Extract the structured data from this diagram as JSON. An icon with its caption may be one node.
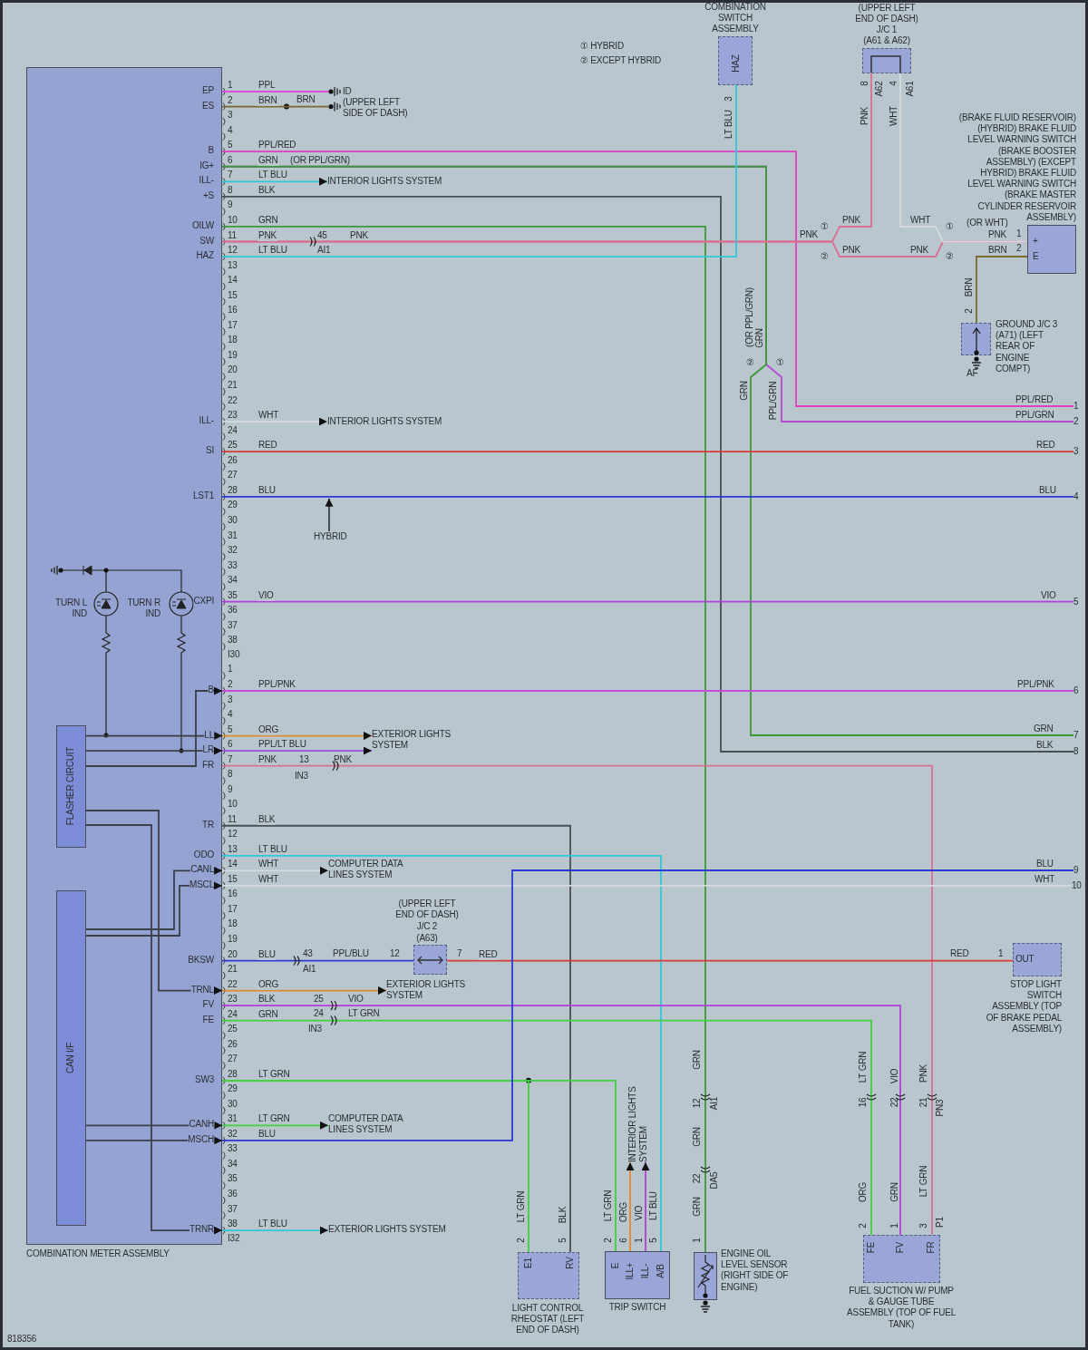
{
  "diagram": {
    "nodes": [
      {
        "text": [
          "COMBINATION METER ASSEMBLY"
        ]
      },
      {
        "text": [
          "FLASHER CIRCUIT"
        ],
        "in": 0
      },
      {
        "text": [
          "CAN I/F"
        ],
        "in": 0
      },
      {
        "text": [
          "COMBINATION SWITCH ASSEMBLY",
          "HAZ"
        ]
      },
      {
        "text": [
          "(UPPER LEFT END OF DASH)",
          "J/C 1",
          "(A61 & A62)"
        ]
      },
      {
        "text": [
          "(BRAKE FLUID RESERVOIR) (HYBRID) BRAKE FLUID LEVEL WARNING SWITCH (BRAKE BOOSTER ASSEMBLY) (EXCEPT HYBRID) BRAKE FLUID LEVEL WARNING SWITCH (BRAKE MASTER CYLINDER RESERVOIR ASSEMBLY)",
          "+",
          "E"
        ]
      },
      {
        "text": [
          "GROUND J/C 3 (A71) (LEFT REAR OF ENGINE COMPT)"
        ],
        "beside": [
          "AF"
        ]
      },
      {
        "text": [
          "(UPPER LEFT END OF DASH)",
          "J/C 2",
          "(A63)"
        ]
      },
      {
        "text": [
          "OUT",
          "STOP LIGHT SWITCH ASSEMBLY (TOP OF BRAKE PEDAL ASSEMBLY)"
        ]
      },
      {
        "text": [
          "E1",
          "RV",
          "LIGHT CONTROL RHEOSTAT (LEFT END OF DASH)"
        ]
      },
      {
        "text": [
          "E",
          "ILL+",
          "ILL-",
          "A/B",
          "TRIP SWITCH"
        ]
      },
      {
        "text": [
          "ENGINE OIL LEVEL SENSOR (RIGHT SIDE OF ENGINE)"
        ]
      },
      {
        "text": [
          "FE",
          "FV",
          "FR",
          "FUEL SUCTION W/ PUMP & GAUGE TUBE ASSEMBLY (TOP OF FUEL TANK)"
        ]
      },
      {
        "text": [
          "ID",
          "(UPPER LEFT SIDE OF DASH)"
        ]
      },
      {
        "text": [
          "INTERIOR LIGHTS SYSTEM"
        ]
      },
      {
        "text": [
          "INTERIOR LIGHTS SYSTEM"
        ]
      },
      {
        "text": [
          "EXTERIOR LIGHTS SYSTEM"
        ]
      },
      {
        "text": [
          "COMPUTER DATA LINES SYSTEM"
        ]
      },
      {
        "text": [
          "EXTERIOR LIGHTS SYSTEM"
        ]
      },
      {
        "text": [
          "COMPUTER DATA LINES SYSTEM"
        ]
      },
      {
        "text": [
          "EXTERIOR LIGHTS SYSTEM"
        ]
      },
      {
        "text": [
          "INTERIOR LIGHTS SYSTEM"
        ]
      },
      {
        "text": [
          "HYBRID"
        ]
      },
      {
        "text": [
          "1"
        ]
      },
      {
        "text": [
          "2"
        ]
      },
      {
        "text": [
          "3"
        ]
      },
      {
        "text": [
          "4"
        ]
      },
      {
        "text": [
          "5"
        ]
      },
      {
        "text": [
          "6"
        ]
      },
      {
        "text": [
          "7"
        ]
      },
      {
        "text": [
          "8"
        ]
      },
      {
        "text": [
          "9"
        ]
      },
      {
        "text": [
          "10"
        ]
      }
    ],
    "edges": [
      {
        "from": 0,
        "to": 13,
        "arrow": "none",
        "label": "PPL",
        "color": "#d94fd9"
      },
      {
        "from": 0,
        "to": 13,
        "arrow": "none",
        "label": "BRN",
        "color": "#7a6a30"
      },
      {
        "from": 0,
        "to": 23,
        "arrow": "none",
        "label": "PPL/RED",
        "color": "#e040c0"
      },
      {
        "from": 0,
        "to": 24,
        "arrow": "none",
        "color": "#b44ad0"
      },
      {
        "from": 0,
        "to": 29,
        "arrow": "none",
        "label": "GRN",
        "color": "#3a9a3a"
      },
      {
        "from": 0,
        "to": 14,
        "arrow": "to",
        "label": "LT BLU",
        "color": "#30c8d8"
      },
      {
        "from": 0,
        "to": 30,
        "arrow": "none",
        "label": "BLK",
        "color": "#4a4f55"
      },
      {
        "from": 0,
        "to": 11,
        "arrow": "none",
        "label": "GRN",
        "color": "#3a9a3a"
      },
      {
        "from": 0,
        "to": 4,
        "arrow": "none",
        "label": "PNK",
        "color": "#d87090"
      },
      {
        "from": 0,
        "to": 5,
        "arrow": "none",
        "label": "PNK",
        "color": "#d87090"
      },
      {
        "from": 4,
        "to": 5,
        "arrow": "none",
        "label": "WHT",
        "color": "#d6dadc"
      },
      {
        "from": 5,
        "to": 6,
        "arrow": "none",
        "color": "#7a6a30"
      },
      {
        "from": 0,
        "to": 3,
        "arrow": "none",
        "label": "LT BLU",
        "color": "#30c8d8"
      },
      {
        "from": 0,
        "to": 15,
        "arrow": "to",
        "label": "WHT",
        "color": "#d6dadc"
      },
      {
        "from": 0,
        "to": 25,
        "arrow": "none",
        "label": "RED",
        "color": "#d83a3a"
      },
      {
        "from": 0,
        "to": 26,
        "arrow": "none",
        "label": "BLU",
        "color": "#2a3ad0"
      },
      {
        "from": 22,
        "to": null,
        "arrow": "to",
        "color": "#3a3f48"
      },
      {
        "from": 0,
        "to": 27,
        "arrow": "none",
        "label": "VIO",
        "color": "#b040d8"
      },
      {
        "from": 0,
        "to": 28,
        "arrow": "none",
        "label": "PPL/PNK",
        "color": "#c84ad8"
      },
      {
        "from": 0,
        "to": 16,
        "arrow": "to",
        "label": "ORG",
        "color": "#e08a30"
      },
      {
        "from": 0,
        "to": 16,
        "arrow": "to",
        "label": "PPL/LT BLU",
        "color": "#9a50e0"
      },
      {
        "from": 0,
        "to": 12,
        "arrow": "none",
        "label": "PNK",
        "color": "#d87090"
      },
      {
        "from": 0,
        "to": 9,
        "arrow": "none",
        "label": "BLK",
        "color": "#4a4f55"
      },
      {
        "from": 0,
        "to": 10,
        "arrow": "none",
        "label": "LT BLU",
        "color": "#30c8d8"
      },
      {
        "from": 0,
        "to": 17,
        "arrow": "to",
        "label": "WHT",
        "color": "#d6dadc"
      },
      {
        "from": 0,
        "to": 32,
        "arrow": "none",
        "label": "WHT",
        "color": "#d6dadc"
      },
      {
        "from": 0,
        "to": 7,
        "arrow": "none",
        "label": "BLU",
        "color": "#2a3ad0"
      },
      {
        "from": 7,
        "to": 8,
        "arrow": "none",
        "label": "RED",
        "color": "#d83a3a"
      },
      {
        "from": 0,
        "to": 18,
        "arrow": "to",
        "label": "ORG",
        "color": "#e08a30"
      },
      {
        "from": 0,
        "to": 12,
        "arrow": "none",
        "label": "BLK",
        "color": "#b040d8"
      },
      {
        "from": 0,
        "to": 12,
        "arrow": "none",
        "label": "GRN",
        "color": "#40d040"
      },
      {
        "from": 0,
        "to": 9,
        "arrow": "none",
        "label": "LT GRN",
        "color": "#40d040"
      },
      {
        "from": 0,
        "to": 10,
        "arrow": "none",
        "color": "#40d040"
      },
      {
        "from": 0,
        "to": 19,
        "arrow": "to",
        "label": "LT GRN",
        "color": "#40d040"
      },
      {
        "from": 0,
        "to": 31,
        "arrow": "none",
        "label": "BLU",
        "color": "#2a3ad0"
      },
      {
        "from": 0,
        "to": 20,
        "arrow": "to",
        "label": "LT BLU",
        "color": "#30c8d8"
      },
      {
        "from": 10,
        "to": 21,
        "arrow": "to",
        "color": "#e08a30"
      },
      {
        "from": 10,
        "to": 21,
        "arrow": "to",
        "color": "#b040d8"
      },
      {
        "from": 1,
        "to": 0,
        "arrow": "to",
        "color": "#3a3f48"
      },
      {
        "from": 1,
        "to": 0,
        "arrow": "to",
        "color": "#3a3f48"
      },
      {
        "from": 1,
        "to": 0,
        "arrow": "to",
        "color": "#3a3f48"
      },
      {
        "from": 1,
        "to": 0,
        "arrow": "to",
        "color": "#3a3f48"
      },
      {
        "from": 1,
        "to": 0,
        "arrow": "to",
        "color": "#3a3f48"
      },
      {
        "from": 2,
        "to": 0,
        "arrow": "to",
        "color": "#3a3f48"
      },
      {
        "from": 2,
        "to": 0,
        "arrow": "to",
        "color": "#3a3f48"
      },
      {
        "from": 2,
        "to": 0,
        "arrow": "to",
        "color": "#3a3f48"
      },
      {
        "from": 2,
        "to": 0,
        "arrow": "to",
        "color": "#3a3f48"
      }
    ],
    "labels": [
      "EP",
      "ES",
      "B",
      "IG+",
      "ILL-",
      "+S",
      "OILW",
      "SW",
      "HAZ",
      "ILL-",
      "SI",
      "LST1",
      "CXPI",
      "B",
      "LL",
      "LR",
      "FR",
      "TR",
      "ODO",
      "CANL",
      "MSCL",
      "BKSW",
      "TRNL",
      "FV",
      "FE",
      "SW3",
      "CANH",
      "MSCH",
      "TRNR",
      "1",
      "2",
      "3",
      "4",
      "5",
      "6",
      "7",
      "8",
      "9",
      "10",
      "11",
      "12",
      "13",
      "14",
      "15",
      "16",
      "17",
      "18",
      "19",
      "20",
      "21",
      "22",
      "23",
      "24",
      "25",
      "26",
      "27",
      "28",
      "29",
      "30",
      "31",
      "32",
      "33",
      "34",
      "35",
      "36",
      "37",
      "38",
      "I30",
      "1",
      "2",
      "3",
      "4",
      "5",
      "6",
      "7",
      "8",
      "9",
      "10",
      "11",
      "12",
      "13",
      "14",
      "15",
      "16",
      "17",
      "18",
      "19",
      "20",
      "21",
      "22",
      "23",
      "24",
      "25",
      "26",
      "27",
      "28",
      "29",
      "30",
      "31",
      "32",
      "33",
      "34",
      "35",
      "36",
      "37",
      "38",
      "I32",
      "BRN",
      "(OR PPL/GRN)",
      "45",
      "AI1",
      "PNK",
      "① HYBRID",
      "② EXCEPT HYBRID",
      "3",
      "LT BLU",
      "8",
      "A62",
      "4",
      "A61",
      "PNK",
      "WHT",
      "PNK",
      "①",
      "PNK",
      "②",
      "PNK",
      "①",
      "②",
      "(OR WHT)",
      "PNK",
      "1",
      "BRN",
      "2",
      "BRN",
      "2",
      "(OR PPL/GRN)",
      "GRN",
      "②",
      "①",
      "GRN",
      "PPL/GRN",
      "PPL/RED",
      "PPL/GRN",
      "RED",
      "BLU",
      "VIO",
      "PPL/PNK",
      "GRN",
      "BLK",
      "BLU",
      "WHT",
      "TURN L IND",
      "TURN R IND",
      "13",
      "IN3",
      "PNK",
      "43",
      "AI1",
      "PPL/BLU",
      "12",
      "7",
      "RED",
      "1",
      "25",
      "VIO",
      "24",
      "LT GRN",
      "IN3",
      "GRN",
      "12",
      "AI1",
      "GRN",
      "22",
      "DA5",
      "GRN",
      "1",
      "LT GRN",
      "16",
      "VIO",
      "22",
      "PNK",
      "21",
      "PN3",
      "ORG",
      "GRN",
      "LT GRN",
      "2",
      "1",
      "3",
      "P1",
      "LT GRN",
      "2",
      "BLK",
      "5",
      "LT GRN",
      "ORG",
      "VIO",
      "LT BLU",
      "2",
      "6",
      "1",
      "5",
      "818356"
    ]
  }
}
